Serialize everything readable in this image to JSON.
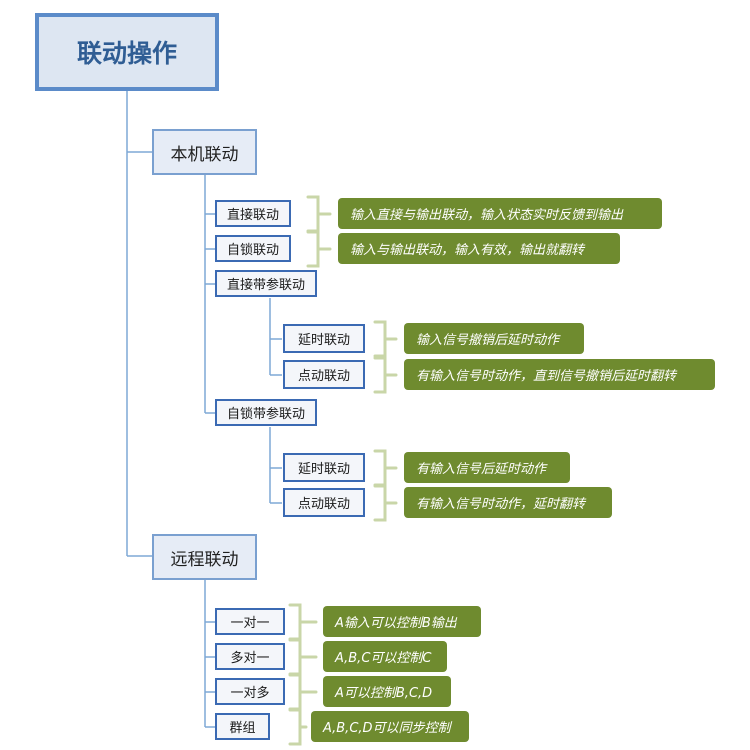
{
  "root": {
    "label": "联动操作"
  },
  "local": {
    "label": "本机联动",
    "direct": {
      "label": "直接联动",
      "note": "输入直接与输出联动，输入状态实时反馈到输出"
    },
    "selflock": {
      "label": "自锁联动",
      "note": "输入与输出联动，输入有效，输出就翻转"
    },
    "direct_param": {
      "label": "直接带参联动",
      "delay": {
        "label": "延时联动",
        "note": "输入信号撤销后延时动作"
      },
      "jog": {
        "label": "点动联动",
        "note": "有输入信号时动作，直到信号撤销后延时翻转"
      }
    },
    "selflock_param": {
      "label": "自锁带参联动",
      "delay": {
        "label": "延时联动",
        "note": "有输入信号后延时动作"
      },
      "jog": {
        "label": "点动联动",
        "note": "有输入信号时动作，延时翻转"
      }
    }
  },
  "remote": {
    "label": "远程联动",
    "one_to_one": {
      "label": "一对一",
      "note": "A输入可以控制B输出"
    },
    "many_to_one": {
      "label": "多对一",
      "note": "A,B,C可以控制C"
    },
    "one_to_many": {
      "label": "一对多",
      "note": "A可以控制B,C,D"
    },
    "group": {
      "label": "群组",
      "note": "A,B,C,D可以同步控制"
    }
  },
  "colors": {
    "connector": "#7ea8d6",
    "bracket": "#c9d6a8",
    "note_fill": "#6f8b2f",
    "root_border": "#5b8bc9",
    "node_border": "#3b6ab3"
  }
}
